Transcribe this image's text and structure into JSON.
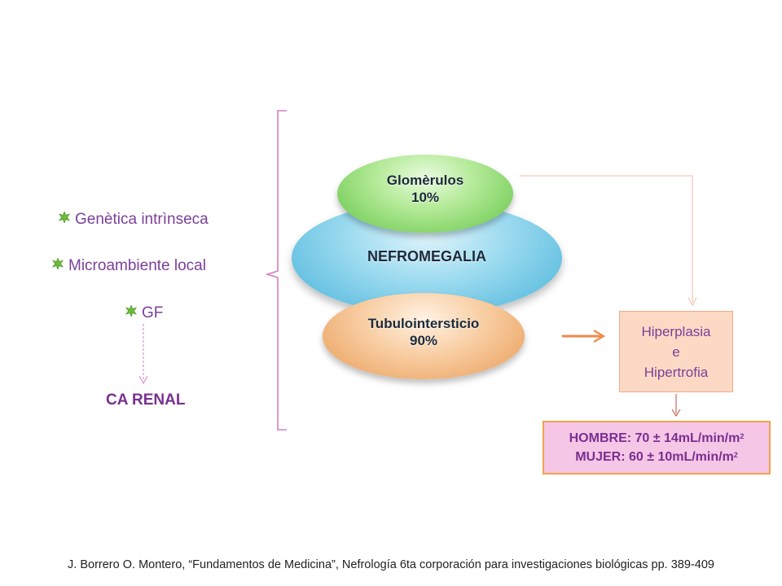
{
  "left_list": {
    "items": [
      "Genètica intrìnseca",
      "Microambiente local",
      "GF"
    ],
    "result": "CA RENAL"
  },
  "diagram": {
    "nephromegaly": "NEFROMEGALIA",
    "glomerulos": {
      "name": "Glomèrulos",
      "percent": "10%"
    },
    "tubulo": {
      "name": "Tubulointersticio",
      "percent": "90%"
    }
  },
  "hyper_box": {
    "lines": [
      "Hiperplasia",
      "e",
      "Hipertrofia"
    ]
  },
  "rate_box": {
    "hombre": "HOMBRE: 70 ± 14mL/min/m",
    "mujer": "MUJER: 60 ± 10mL/min/m",
    "exponent": "2"
  },
  "citation": "J. Borrero O. Montero, “Fundamentos de Medicina”, Nefrología 6ta corporación para investigaciones biológicas pp. 389-409",
  "colors": {
    "text_purple": "#7b3f9a",
    "brace": "#d67fc0",
    "arrow_orange": "#ee8a4a",
    "glomerulos_fill": "#7fd36a",
    "nefromegalia_fill": "#5ec0e4",
    "tubulo_fill": "#f2b27c"
  }
}
